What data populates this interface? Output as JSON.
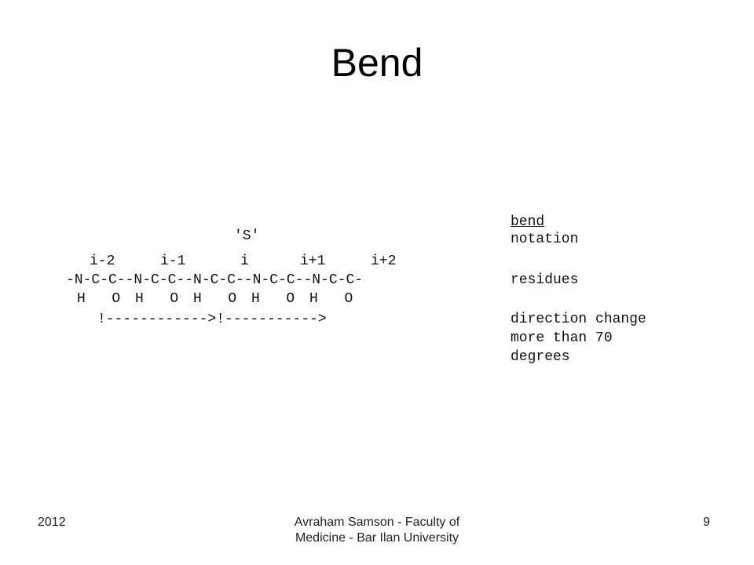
{
  "slide": {
    "title": "Bend"
  },
  "diagram": {
    "s_label": "'S'",
    "index_labels": [
      "i-2",
      "i-1",
      "i",
      "i+1",
      "i+2"
    ],
    "backbone": "-N-C-C--N-C-C--N-C-C--N-C-C--N-C-C-",
    "side_atoms": "H  O H  O H  O H  O H  O",
    "bend_arrow": "!------------>!----------->"
  },
  "legend": {
    "heading": "bend",
    "line1": "notation",
    "line2": "residues",
    "line3": "direction change",
    "line4": "more than 70",
    "line5": "degrees"
  },
  "footer": {
    "year": "2012",
    "author_line1": "Avraham Samson - Faculty of",
    "author_line2": "Medicine - Bar Ilan University",
    "page_number": "9"
  }
}
